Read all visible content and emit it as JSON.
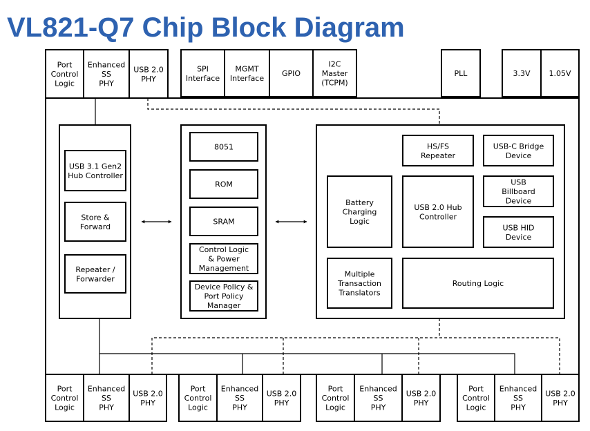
{
  "title": "VL821-Q7 Chip Block Diagram",
  "top_row": {
    "port_control": "Port\nControl\nLogic",
    "enhanced_ss_phy": "Enhanced\nSS\nPHY",
    "usb2_phy": "USB 2.0\nPHY",
    "spi": "SPI\nInterface",
    "mgmt": "MGMT\nInterface",
    "gpio": "GPIO",
    "i2c": "I2C\nMaster\n(TCPM)",
    "pll": "PLL",
    "v33": "3.3V",
    "v105": "1.05V"
  },
  "left_column": {
    "hub_controller": "USB 3.1 Gen2\nHub Controller",
    "store_forward": "Store &\nForward",
    "repeater": "Repeater /\nForwarder"
  },
  "center_column": {
    "mcu": "8051",
    "rom": "ROM",
    "sram": "SRAM",
    "control_logic": "Control Logic\n& Power\nManagement",
    "device_policy": "Device Policy &\nPort Policy\nManager"
  },
  "right_group": {
    "hsfs_repeater": "HS/FS\nRepeater",
    "usbc_bridge": "USB-C Bridge\nDevice",
    "battery_charging": "Battery\nCharging\nLogic",
    "usb2_hub_controller": "USB 2.0 Hub\nController",
    "billboard": "USB\nBillboard\nDevice",
    "hid": "USB HID\nDevice",
    "mtt": "Multiple\nTransaction\nTranslators",
    "routing": "Routing Logic"
  },
  "ports": [
    {
      "port_control": "Port\nControl\nLogic",
      "enhanced_ss_phy": "Enhanced\nSS\nPHY",
      "usb2_phy": "USB 2.0\nPHY"
    },
    {
      "port_control": "Port\nControl\nLogic",
      "enhanced_ss_phy": "Enhanced\nSS\nPHY",
      "usb2_phy": "USB 2.0\nPHY"
    },
    {
      "port_control": "Port\nControl\nLogic",
      "enhanced_ss_phy": "Enhanced\nSS\nPHY",
      "usb2_phy": "USB 2.0\nPHY"
    },
    {
      "port_control": "Port\nControl\nLogic",
      "enhanced_ss_phy": "Enhanced\nSS\nPHY",
      "usb2_phy": "USB 2.0\nPHY"
    }
  ],
  "colors": {
    "title": "#2e62b0",
    "stroke": "#000000",
    "fill": "#ffffff"
  }
}
